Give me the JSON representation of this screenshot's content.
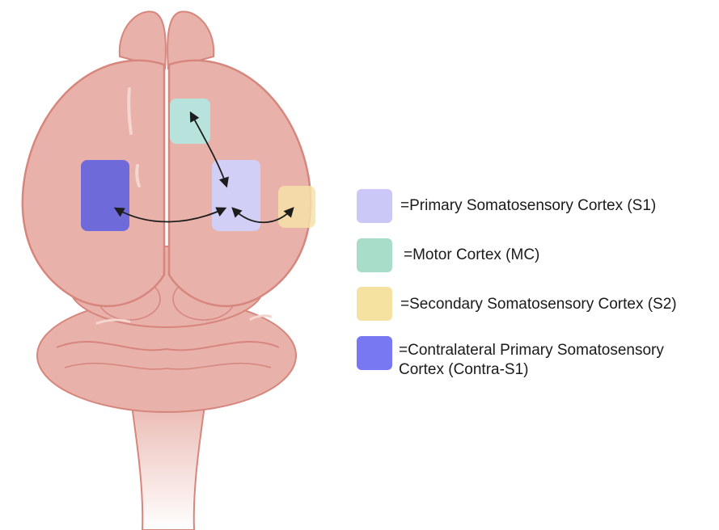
{
  "colors": {
    "brain_fill": "#e8b1a9",
    "brain_outline": "#d6867d",
    "s1": "#d2cff6",
    "mc": "#b7e3dc",
    "s2": "#f6e2a9",
    "contra_s1": "#6e6ad9",
    "arrow": "#1d1d1d"
  },
  "legend": {
    "items": [
      {
        "key": "s1",
        "label": "=Primary Somatosensory Cortex (S1)",
        "color": "#cbc8f7"
      },
      {
        "key": "mc",
        "label": "=Motor Cortex (MC)",
        "color": "#a8ddc9"
      },
      {
        "key": "s2",
        "label": "=Secondary Somatosensory Cortex (S2)",
        "color": "#f6e2a0"
      },
      {
        "key": "contra_s1",
        "label": "=Contralateral Primary Somatosensory\nCortex (Contra-S1)",
        "color": "#7878f2"
      }
    ]
  },
  "connections": [
    {
      "from": "mc",
      "to": "s1"
    },
    {
      "from": "contra_s1",
      "to": "s1"
    },
    {
      "from": "s1",
      "to": "s2"
    }
  ]
}
